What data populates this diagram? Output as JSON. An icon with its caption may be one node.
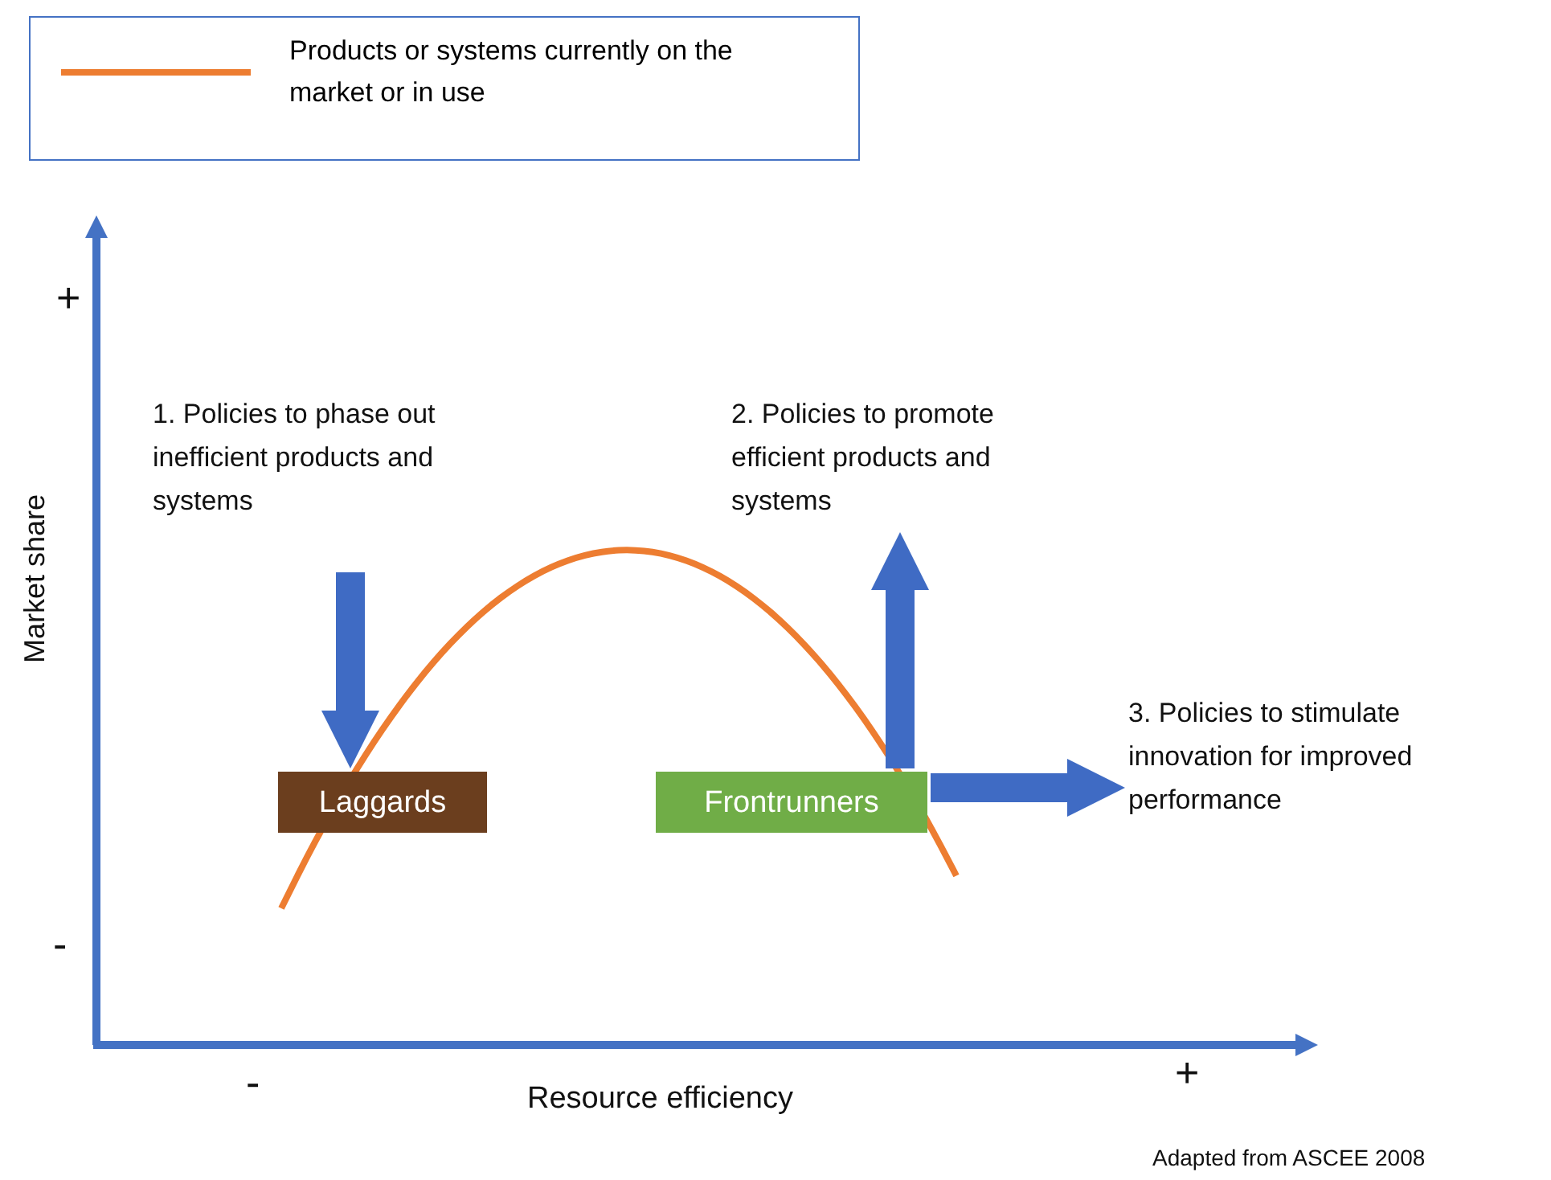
{
  "diagram": {
    "nodes": [
      {
        "text": [
          "1. Policies to phase out inefficient products and systems"
        ]
      },
      {
        "text": [
          "2. Policies to promote efficient products and systems"
        ]
      },
      {
        "text": [
          "Laggards"
        ]
      },
      {
        "text": [
          "Frontrunners"
        ]
      },
      {
        "text": [
          "3. Policies to stimulate innovation for improved performance"
        ]
      }
    ],
    "edges": [
      {
        "from": 0,
        "to": 2,
        "arrow": "to"
      },
      {
        "from": 3,
        "to": 1,
        "arrow": "to"
      },
      {
        "from": 3,
        "to": 4,
        "arrow": "to"
      }
    ],
    "labels": [
      "+",
      "Market share",
      "-",
      "-",
      "Resource efficiency",
      "+",
      "Adapted from ASCEE 2008"
    ],
    "legend": [
      {
        "text": "Products or systems currently on the market or in use"
      }
    ]
  }
}
